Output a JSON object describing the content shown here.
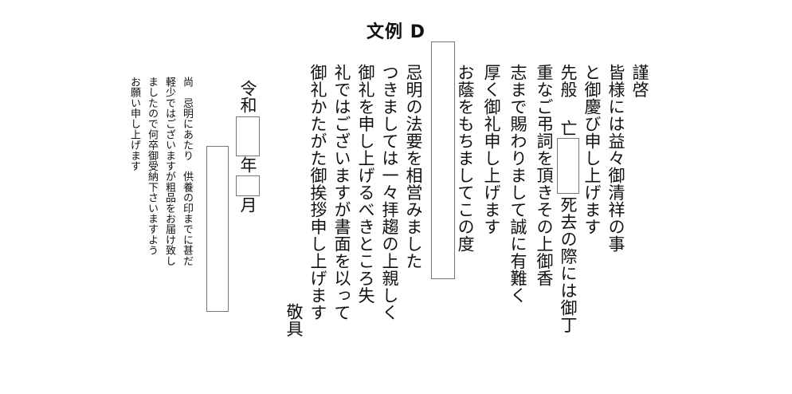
{
  "title": "文例 D",
  "letter": {
    "col1": "謹啓",
    "col2": "皆様には益々御清祥の事",
    "col3": "と御慶び申し上げます",
    "col4a": "先般",
    "col4b": "亡",
    "col4c": "死去の際には御丁",
    "col5": "重なご弔詞を頂きその上御香",
    "col6": "志まで賜わりまして誠に有難く",
    "col7": "厚く御礼申し上げます",
    "col8": "お蔭をもちましてこの度",
    "col9": "忌明の法要を相営みました",
    "col10": "つきましては一々拝趨の上親しく",
    "col11": "御礼を申し上げるべきところ失",
    "col12": "礼ではございますが書面を以って",
    "col13": "御礼かたがた御挨拶申し上げます",
    "closing": "敬具"
  },
  "date": {
    "era": "令和",
    "year": "年",
    "month": "月"
  },
  "postscript": {
    "line1": "尚　忌明にあたり　供養の印までに甚だ",
    "line2": "軽少ではございますが粗品をお届け致し",
    "line3": "ましたので何卒御受納下さいますよう",
    "line4": "お願い申し上げます"
  }
}
